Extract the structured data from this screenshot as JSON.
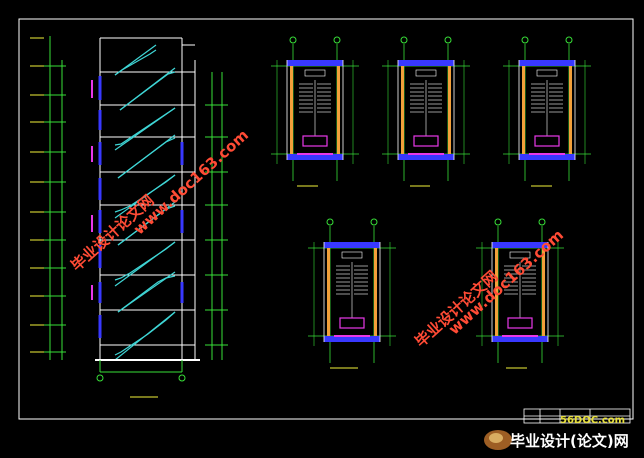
{
  "colors": {
    "background": "#000000",
    "border": "#ffffff",
    "lines_green": "#38e038",
    "lines_cyan": "#3fd6d6",
    "lines_yellow": "#f2f23a",
    "lines_magenta": "#e838e8",
    "lines_blue": "#3838ff",
    "watermark": "#ff4b35"
  },
  "watermarks": [
    {
      "cn": "毕业设计论文网",
      "url": "www.doc163.com"
    },
    {
      "cn": "毕业设计论文网",
      "url": "www.doc163.com"
    }
  ],
  "logo": {
    "site": "56DOC.com",
    "text": "毕业设计(论文)网"
  }
}
